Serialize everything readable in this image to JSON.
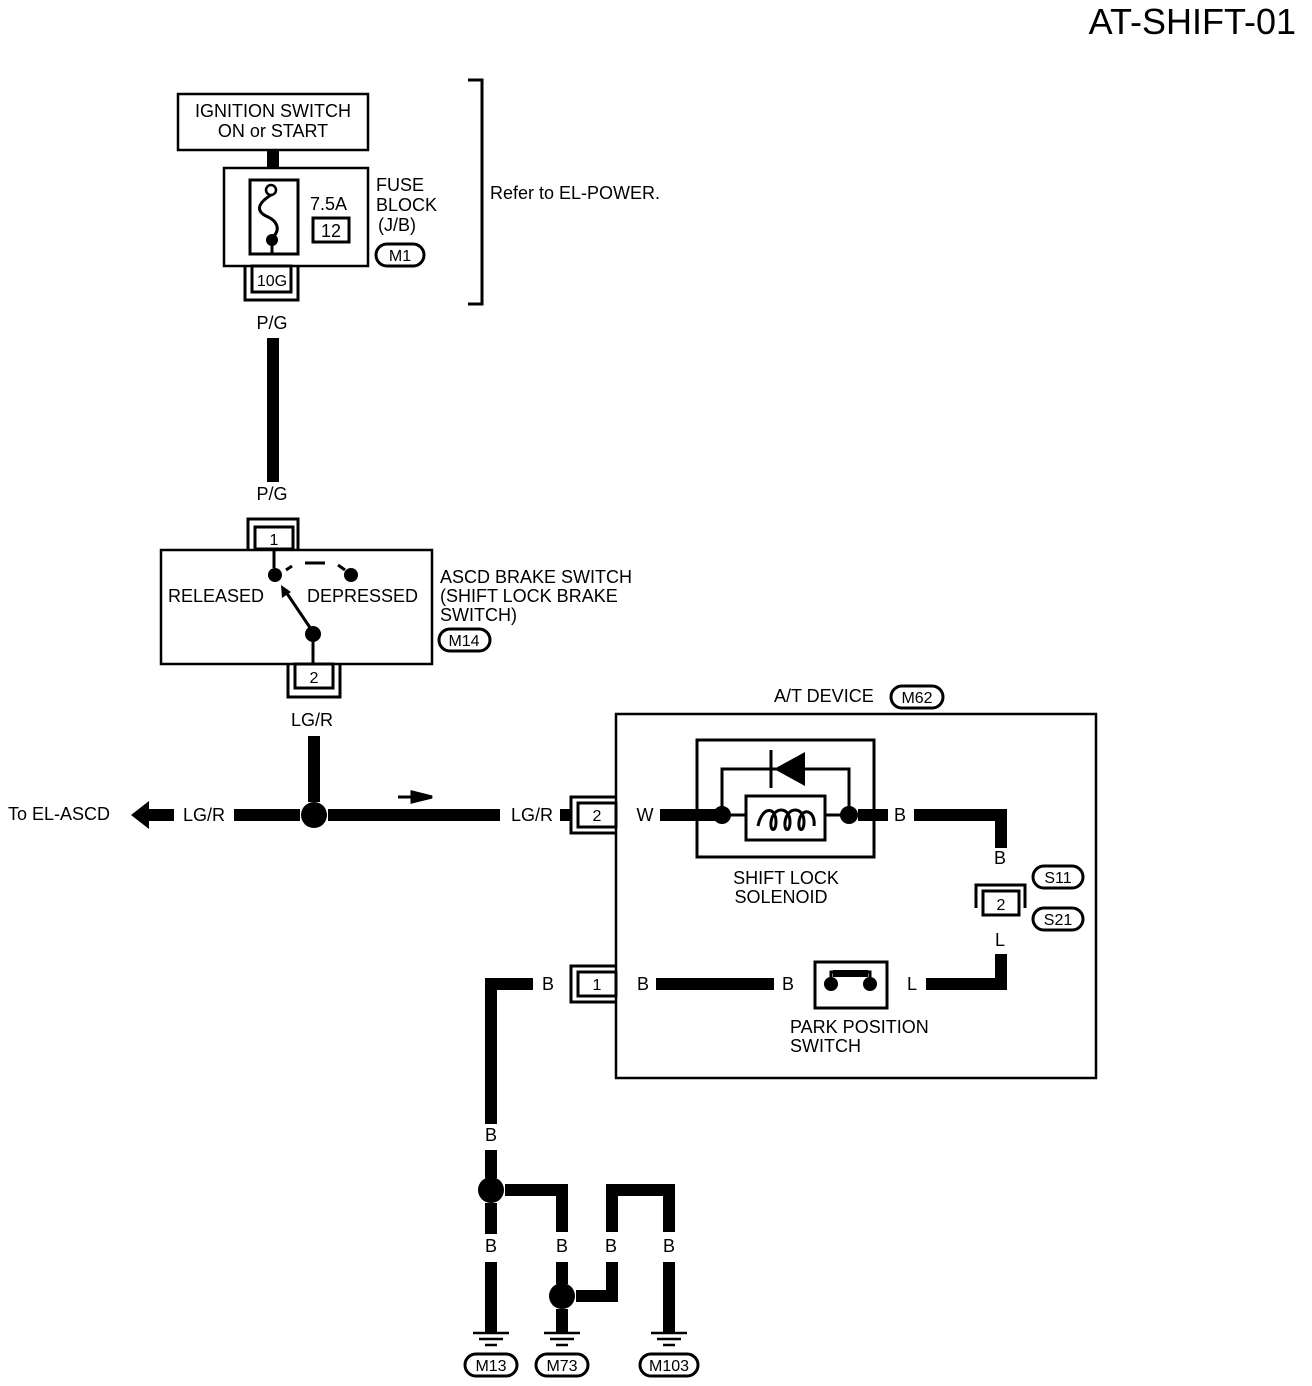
{
  "page_id": "AT-SHIFT-01",
  "ignition_switch": {
    "line1": "IGNITION SWITCH",
    "line2": "ON or START"
  },
  "fuse_block": {
    "line1": "FUSE",
    "line2": "BLOCK",
    "line3": "(J/B)",
    "rating": "7.5A",
    "fuse_number": "12",
    "connector": "M1",
    "terminal": "10G"
  },
  "refer_note": "Refer to EL-POWER.",
  "wires": {
    "pg_top": "P/G",
    "pg_bottom": "P/G",
    "lgr_down": "LG/R",
    "lgr_left": "LG/R",
    "lgr_right": "LG/R",
    "w": "W",
    "b_sol_right": "B",
    "b_down": "B",
    "l_up": "L",
    "l_park": "L",
    "b_park_left": "B",
    "b_park_in": "B",
    "b_conn1": "B",
    "b_ground_1": "B",
    "b_ground_2": "B",
    "b_ground_3": "B",
    "b_ground_4": "B",
    "b_ground_5": "B"
  },
  "brake_switch": {
    "terminal_1": "1",
    "terminal_2": "2",
    "released": "RELEASED",
    "depressed": "DEPRESSED",
    "name_line1": "ASCD BRAKE SWITCH",
    "name_line2": "(SHIFT LOCK BRAKE",
    "name_line3": "SWITCH)",
    "connector": "M14"
  },
  "to_ascd": "To EL-ASCD",
  "at_device": {
    "name": "A/T DEVICE",
    "connector": "M62",
    "terminal_2": "2",
    "terminal_1": "1",
    "solenoid_line1": "SHIFT LOCK",
    "solenoid_line2": "SOLENOID",
    "park_line1": "PARK POSITION",
    "park_line2": "SWITCH"
  },
  "joint_connector": {
    "terminal": "2",
    "upper": "S11",
    "lower": "S21"
  },
  "grounds": [
    "M13",
    "M73",
    "M103"
  ]
}
